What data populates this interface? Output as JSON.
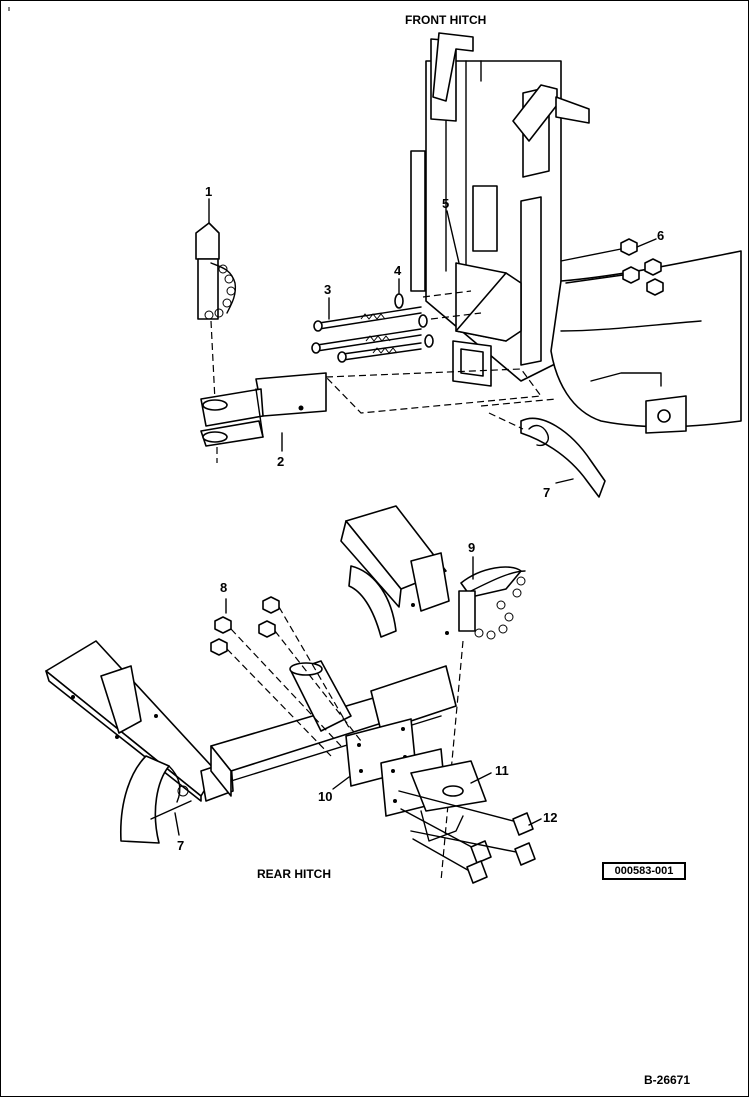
{
  "titles": {
    "front": "FRONT HITCH",
    "rear": "REAR HITCH"
  },
  "part_code": "000583-001",
  "figure_number": "B-26671",
  "callouts": {
    "c1": "1",
    "c2": "2",
    "c3": "3",
    "c4": "4",
    "c5": "5",
    "c6": "6",
    "c7_front": "7",
    "c8": "8",
    "c9": "9",
    "c10": "10",
    "c11": "11",
    "c12": "12",
    "c7_rear": "7"
  }
}
